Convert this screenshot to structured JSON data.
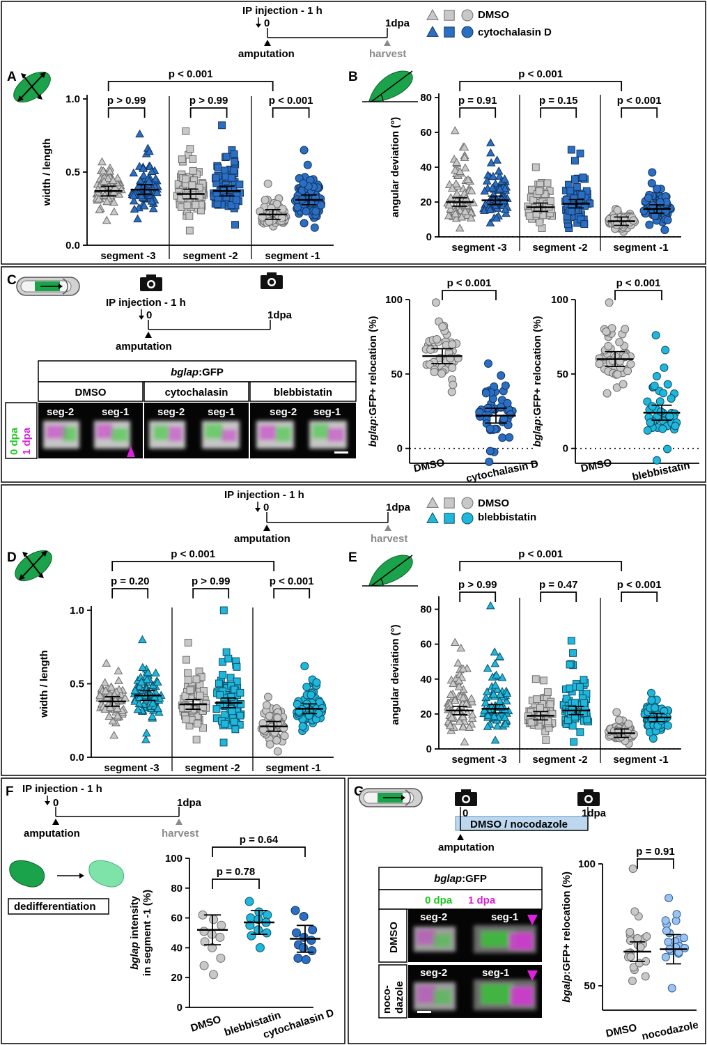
{
  "colors": {
    "grey": "#c8c8c8",
    "grey_stroke": "#6e6e6e",
    "blue": "#2b6fc4",
    "blue_stroke": "#12345e",
    "cyan": "#1fb7dc",
    "cyan_stroke": "#0b4f66",
    "light_blue": "#9cc2ee",
    "green": "#1aa34a",
    "green_light": "#7de3a9",
    "magenta": "#d520d5",
    "green_text": "#21c521",
    "harvest_grey": "#8a8a8a",
    "timeline_fill": "#bcd7ee"
  },
  "panels": {
    "A": {
      "letter": "A"
    },
    "B": {
      "letter": "B"
    },
    "C": {
      "letter": "C"
    },
    "D": {
      "letter": "D"
    },
    "E": {
      "letter": "E"
    },
    "F": {
      "letter": "F"
    },
    "G": {
      "letter": "G"
    }
  },
  "timeline1": {
    "injection": "IP injection - 1 h",
    "zero": "0",
    "end": "1dpa",
    "amputation": "amputation",
    "harvest": "harvest"
  },
  "legend1": {
    "control": "DMSO",
    "treatment": "cytochalasin D"
  },
  "timelineC": {
    "injection": "IP injection - 1 h",
    "zero": "0",
    "end": "1dpa",
    "amputation": "amputation"
  },
  "timeline2": {
    "injection": "IP injection - 1 h",
    "zero": "0",
    "end": "1dpa",
    "amputation": "amputation",
    "harvest": "harvest"
  },
  "legend2": {
    "control": "DMSO",
    "treatment": "blebbistatin"
  },
  "timelineF": {
    "injection": "IP injection - 1 h",
    "zero": "0",
    "end": "1dpa",
    "amputation": "amputation",
    "harvest": "harvest"
  },
  "timelineG": {
    "treatment": "DMSO / nocodazole",
    "zero": "0",
    "end": "1dpa",
    "amputation": "amputation"
  },
  "dedifferentiation_label": "dedifferentiation",
  "imagingC": {
    "title_italic": "bglap",
    "title_rest": ":GFP",
    "conditions": [
      "DMSO",
      "cytochalasin",
      "blebbistatin"
    ],
    "seg_labels": [
      "seg-2",
      "seg-1"
    ],
    "side_label_0": "0 dpa",
    "side_label_1": "1 dpa"
  },
  "imagingG": {
    "title_italic": "bglap",
    "title_rest": ":GFP",
    "legend_0": "0 dpa",
    "legend_1": "1 dpa",
    "rows": [
      "DMSO",
      "noco-",
      "dazole"
    ],
    "seg_labels": [
      "seg-2",
      "seg-1"
    ]
  },
  "chart_data": [
    {
      "panel": "A",
      "type": "scatter",
      "ylabel": "width / length",
      "ylim": [
        0,
        1.0
      ],
      "yticks": [
        "0.0",
        "0.5",
        "1.0"
      ],
      "groups": [
        "segment -3",
        "segment -2",
        "segment -1"
      ],
      "series": [
        {
          "name": "DMSO"
        },
        {
          "name": "cytochalasin D"
        }
      ],
      "means": [
        [
          0.37,
          0.38
        ],
        [
          0.35,
          0.37
        ],
        [
          0.21,
          0.31
        ]
      ],
      "ranges": [
        [
          0.17,
          0.57,
          0.18,
          0.76
        ],
        [
          0.1,
          0.78,
          0.14,
          0.82
        ],
        [
          0.13,
          0.42,
          0.12,
          0.65
        ]
      ],
      "pvalues": [
        "p > 0.99",
        "p > 0.99",
        "p < 0.001"
      ],
      "pvalue_overall": "p < 0.001"
    },
    {
      "panel": "B",
      "type": "scatter",
      "ylabel": "angular deviation (°)",
      "ylim": [
        0,
        80
      ],
      "yticks": [
        "0",
        "20",
        "40",
        "60",
        "80"
      ],
      "groups": [
        "segment -3",
        "segment -2",
        "segment -1"
      ],
      "series": [
        {
          "name": "DMSO"
        },
        {
          "name": "cytochalasin D"
        }
      ],
      "means": [
        [
          20,
          21
        ],
        [
          17,
          19
        ],
        [
          9,
          16
        ]
      ],
      "ranges": [
        [
          5,
          61,
          8,
          54
        ],
        [
          5,
          40,
          5,
          50
        ],
        [
          3,
          16,
          4,
          37
        ]
      ],
      "pvalues": [
        "p = 0.91",
        "p = 0.15",
        "p < 0.001"
      ],
      "pvalue_overall": "p < 0.001"
    },
    {
      "panel": "C",
      "type": "scatter",
      "ylabel_italic": "bglap",
      "ylabel_rest": ":GFP+ relocation (%)",
      "ylim": [
        -10,
        100
      ],
      "yticks": [
        "0",
        "50",
        "100"
      ],
      "categories": [
        "DMSO",
        "cytochalasin D"
      ],
      "means": [
        62,
        22
      ],
      "ranges": [
        [
          38,
          98
        ],
        [
          -9,
          57
        ]
      ],
      "pvalue": "p < 0.001"
    },
    {
      "panel": "C2",
      "type": "scatter",
      "ylabel_italic": "bglap",
      "ylabel_rest": ":GFP+ relocation (%)",
      "ylim": [
        -10,
        100
      ],
      "yticks": [
        "0",
        "50",
        "100"
      ],
      "categories": [
        "DMSO",
        "blebbistatin"
      ],
      "means": [
        60,
        24
      ],
      "ranges": [
        [
          37,
          98
        ],
        [
          -8,
          76
        ]
      ],
      "pvalue": "p < 0.001"
    },
    {
      "panel": "D",
      "type": "scatter",
      "ylabel": "width / length",
      "ylim": [
        0,
        1.0
      ],
      "yticks": [
        "0.0",
        "0.5",
        "1.0"
      ],
      "groups": [
        "segment -3",
        "segment -2",
        "segment -1"
      ],
      "series": [
        {
          "name": "DMSO"
        },
        {
          "name": "blebbistatin"
        }
      ],
      "means": [
        [
          0.38,
          0.42
        ],
        [
          0.36,
          0.37
        ],
        [
          0.21,
          0.33
        ]
      ],
      "ranges": [
        [
          0.15,
          0.64,
          0.12,
          0.8
        ],
        [
          0.12,
          0.78,
          0.1,
          1.0
        ],
        [
          0.04,
          0.41,
          0.18,
          0.62
        ]
      ],
      "pvalues": [
        "p = 0.20",
        "p > 0.99",
        "p < 0.001"
      ],
      "pvalue_overall": "p < 0.001"
    },
    {
      "panel": "E",
      "type": "scatter",
      "ylabel": "angular deviation (°)",
      "ylim": [
        0,
        85
      ],
      "yticks": [
        "0",
        "20",
        "40",
        "60",
        "80"
      ],
      "groups": [
        "segment -3",
        "segment -2",
        "segment -1"
      ],
      "series": [
        {
          "name": "DMSO"
        },
        {
          "name": "blebbistatin"
        }
      ],
      "means": [
        [
          22,
          23
        ],
        [
          19,
          22
        ],
        [
          9,
          18
        ]
      ],
      "ranges": [
        [
          4,
          61,
          5,
          82
        ],
        [
          5,
          40,
          4,
          62
        ],
        [
          3,
          21,
          6,
          32
        ]
      ],
      "pvalues": [
        "p > 0.99",
        "p = 0.47",
        "p < 0.001"
      ],
      "pvalue_overall": "p < 0.001"
    },
    {
      "panel": "F",
      "type": "scatter",
      "ylabel_italic": "bglap",
      "ylabel_rest": " intensity",
      "ylabel2": "in segment -1 (%)",
      "ylim": [
        0,
        100
      ],
      "yticks": [
        "0",
        "20",
        "40",
        "60",
        "80",
        "100"
      ],
      "categories": [
        "DMSO",
        "blebbistatin",
        "cytochalasin D"
      ],
      "values": [
        [
          62,
          59,
          55,
          51,
          49,
          47,
          44,
          40,
          33,
          28,
          22
        ],
        [
          71,
          64,
          62,
          60,
          59,
          57,
          55,
          52,
          50,
          48,
          40
        ],
        [
          65,
          61,
          52,
          50,
          47,
          45,
          42,
          40,
          38,
          33,
          32
        ]
      ],
      "means": [
        52,
        57,
        46
      ],
      "errors": [
        10,
        8,
        9
      ],
      "pvalues": [
        "p = 0.78",
        "p = 0.64"
      ]
    },
    {
      "panel": "G",
      "type": "scatter",
      "ylabel_italic": "bgalp",
      "ylabel_rest": ":GFP+ relocation (%)",
      "ylim": [
        40,
        100
      ],
      "yticks": [
        "50",
        "100"
      ],
      "categories": [
        "DMSO",
        "nocodazole"
      ],
      "means": [
        64,
        65
      ],
      "errors": [
        4,
        6
      ],
      "ranges": [
        [
          52,
          98
        ],
        [
          49,
          86
        ]
      ],
      "pvalue": "p = 0.91"
    }
  ]
}
